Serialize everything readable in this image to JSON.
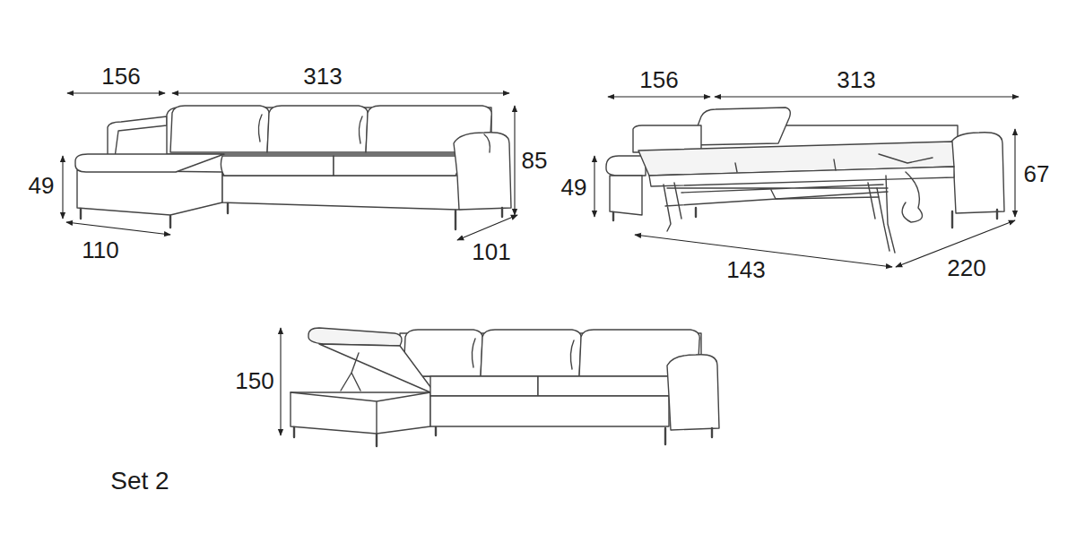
{
  "diagram": {
    "labels": [
      "156",
      "313",
      "85",
      "49",
      "110",
      "101",
      "156",
      "313",
      "49",
      "67",
      "143",
      "220",
      "150",
      "Set 2"
    ]
  }
}
